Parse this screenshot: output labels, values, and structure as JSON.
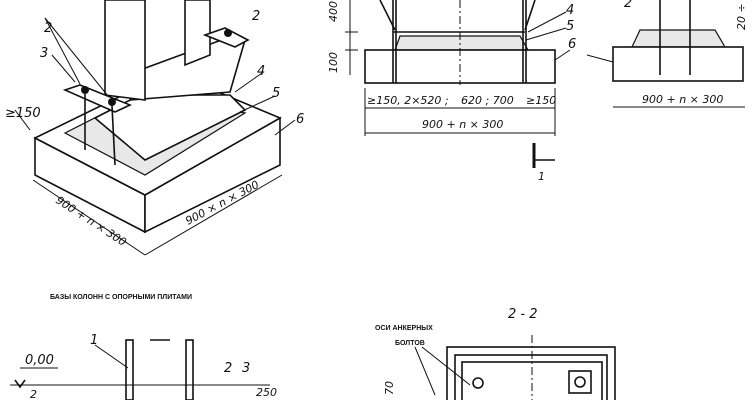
{
  "title": "БАЗЫ КОЛОНН С ОПОРНЫМИ ПЛИТАМИ",
  "isometric_view": {
    "labels": [
      "2",
      "3",
      "2",
      "4",
      "5",
      "6"
    ],
    "dim_offset": "≥150",
    "dim_length": "900 + n × 300",
    "dim_width": "900 × n × 300"
  },
  "front_view": {
    "dim_height_upper": "400",
    "dim_height_lower": "100",
    "labels": [
      "4",
      "5",
      "6"
    ],
    "dim_left": "≥150, 2×520 ;",
    "dim_middle": "620 ; 700",
    "dim_right": "≥150",
    "dim_total": "900 + n × 300",
    "section_mark": "1"
  },
  "side_view": {
    "label": "2",
    "dim_vertical": "20 ÷",
    "dim_total": "900 + n × 300"
  },
  "section_2_2": {
    "title": "2 - 2",
    "note_line1": "ОСИ АНКЕРНЫХ",
    "note_line2": "БОЛТОВ",
    "dim_vertical": "70"
  },
  "bottom_left_view": {
    "level_mark": "0,00",
    "labels": [
      "1",
      "2",
      "3",
      "2"
    ],
    "dim": "250"
  }
}
